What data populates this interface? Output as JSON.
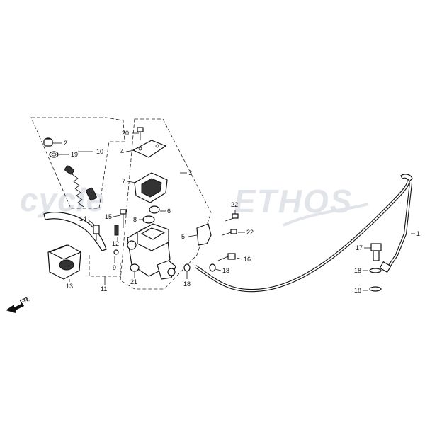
{
  "watermark": {
    "left": "cycle",
    "right": "ETHOS"
  },
  "direction": {
    "label": "FR."
  },
  "callouts": {
    "c1": "1",
    "c2": "2",
    "c3": "3",
    "c4": "4",
    "c5": "5",
    "c6": "6",
    "c7": "7",
    "c8": "8",
    "c9": "9",
    "c10": "10",
    "c11": "11",
    "c12": "12",
    "c13": "13",
    "c14": "14",
    "c15": "15",
    "c16": "16",
    "c17": "17",
    "c18a": "18",
    "c18b": "18",
    "c18c": "18",
    "c18d": "18",
    "c19": "19",
    "c20": "20",
    "c21": "21",
    "c22a": "22",
    "c22b": "22"
  }
}
